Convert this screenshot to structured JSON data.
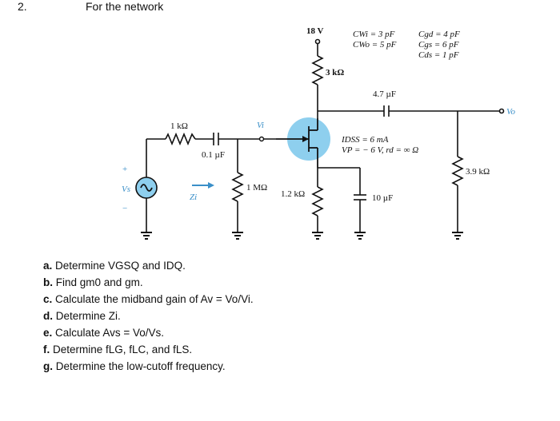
{
  "header": {
    "number": "2.",
    "title": "For the network"
  },
  "circuit": {
    "supply": "18 V",
    "r_drain": "3 kΩ",
    "r_gate_source": "1 kΩ",
    "c_in": "0.1 µF",
    "r_gate": "1 MΩ",
    "r_source": "1.2 kΩ",
    "c_source": "10 µF",
    "c_out": "4.7 µF",
    "r_load": "3.9 kΩ",
    "vi": "Vi",
    "vo": "Vo",
    "vs": "Vs",
    "zi": "Zi",
    "plus": "+",
    "minus": "−",
    "params": {
      "cwi": "CWi = 3 pF",
      "cwo": "CWo = 5 pF",
      "cgd": "Cgd = 4 pF",
      "cgs": "Cgs = 6 pF",
      "cds": "Cds = 1 pF",
      "idss": "IDSS = 6 mA",
      "vp": "VP = − 6 V, rd = ∞ Ω"
    }
  },
  "tasks": [
    {
      "letter": "a.",
      "text": "Determine VGSQ and IDQ."
    },
    {
      "letter": "b.",
      "text": "Find gm0 and gm."
    },
    {
      "letter": "c.",
      "text": "Calculate the midband gain of Av = Vo/Vi."
    },
    {
      "letter": "d.",
      "text": "Determine Zi."
    },
    {
      "letter": "e.",
      "text": "Calculate Avs = Vo/Vs."
    },
    {
      "letter": "f.",
      "text": "Determine fLG, fLC, and fLS."
    },
    {
      "letter": "g.",
      "text": "Determine the low-cutoff frequency."
    }
  ]
}
